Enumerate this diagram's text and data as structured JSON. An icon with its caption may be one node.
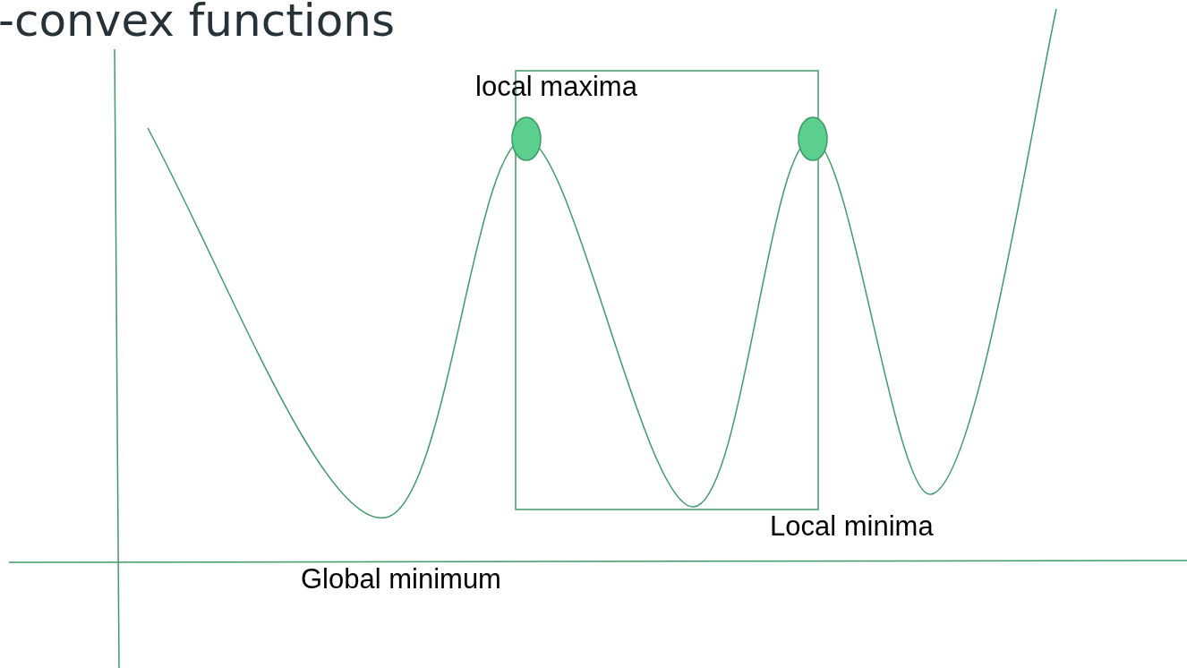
{
  "diagram": {
    "title": "-convex functions",
    "labels": [
      "local maxima",
      "Local minima",
      "Global minimum"
    ]
  }
}
